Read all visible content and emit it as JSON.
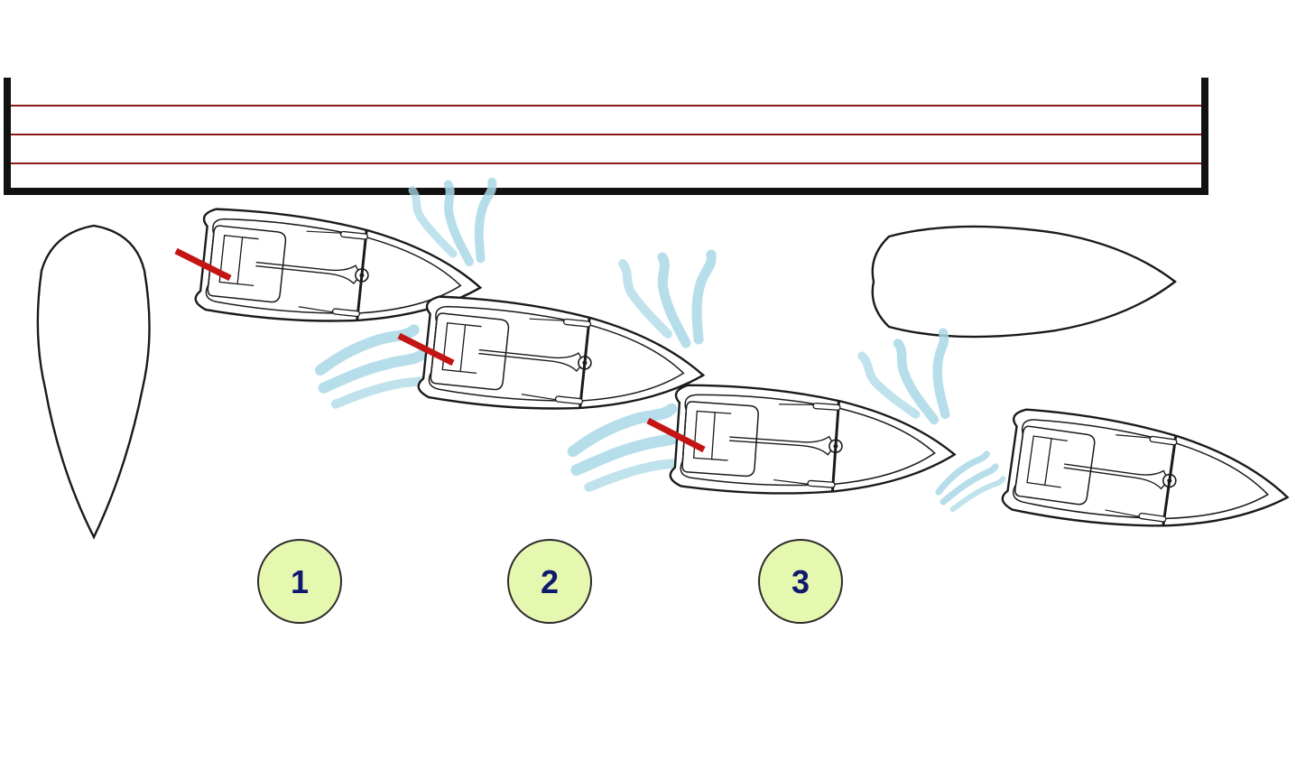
{
  "colors": {
    "background": "#ffffff",
    "outline": "#1a1a1a",
    "dock": "#111111",
    "dock_line": "#8b1a1a",
    "spring_line": "#c41414",
    "prop_wash": "#a9d8e6",
    "badge_fill": "#e6f7b0",
    "badge_stroke": "#2a2a2a",
    "badge_text": "#0d1a6e"
  },
  "steps": [
    {
      "id": "step-1",
      "label": "1"
    },
    {
      "id": "step-2",
      "label": "2"
    },
    {
      "id": "step-3",
      "label": "3"
    }
  ],
  "icons": {
    "dock": "dock-icon",
    "moored_boat": "moored-boat-icon",
    "maneuvering_boat": "sailboat-topview-icon",
    "prop_wash": "prop-wash-icon",
    "spring_line": "spring-line-icon"
  }
}
